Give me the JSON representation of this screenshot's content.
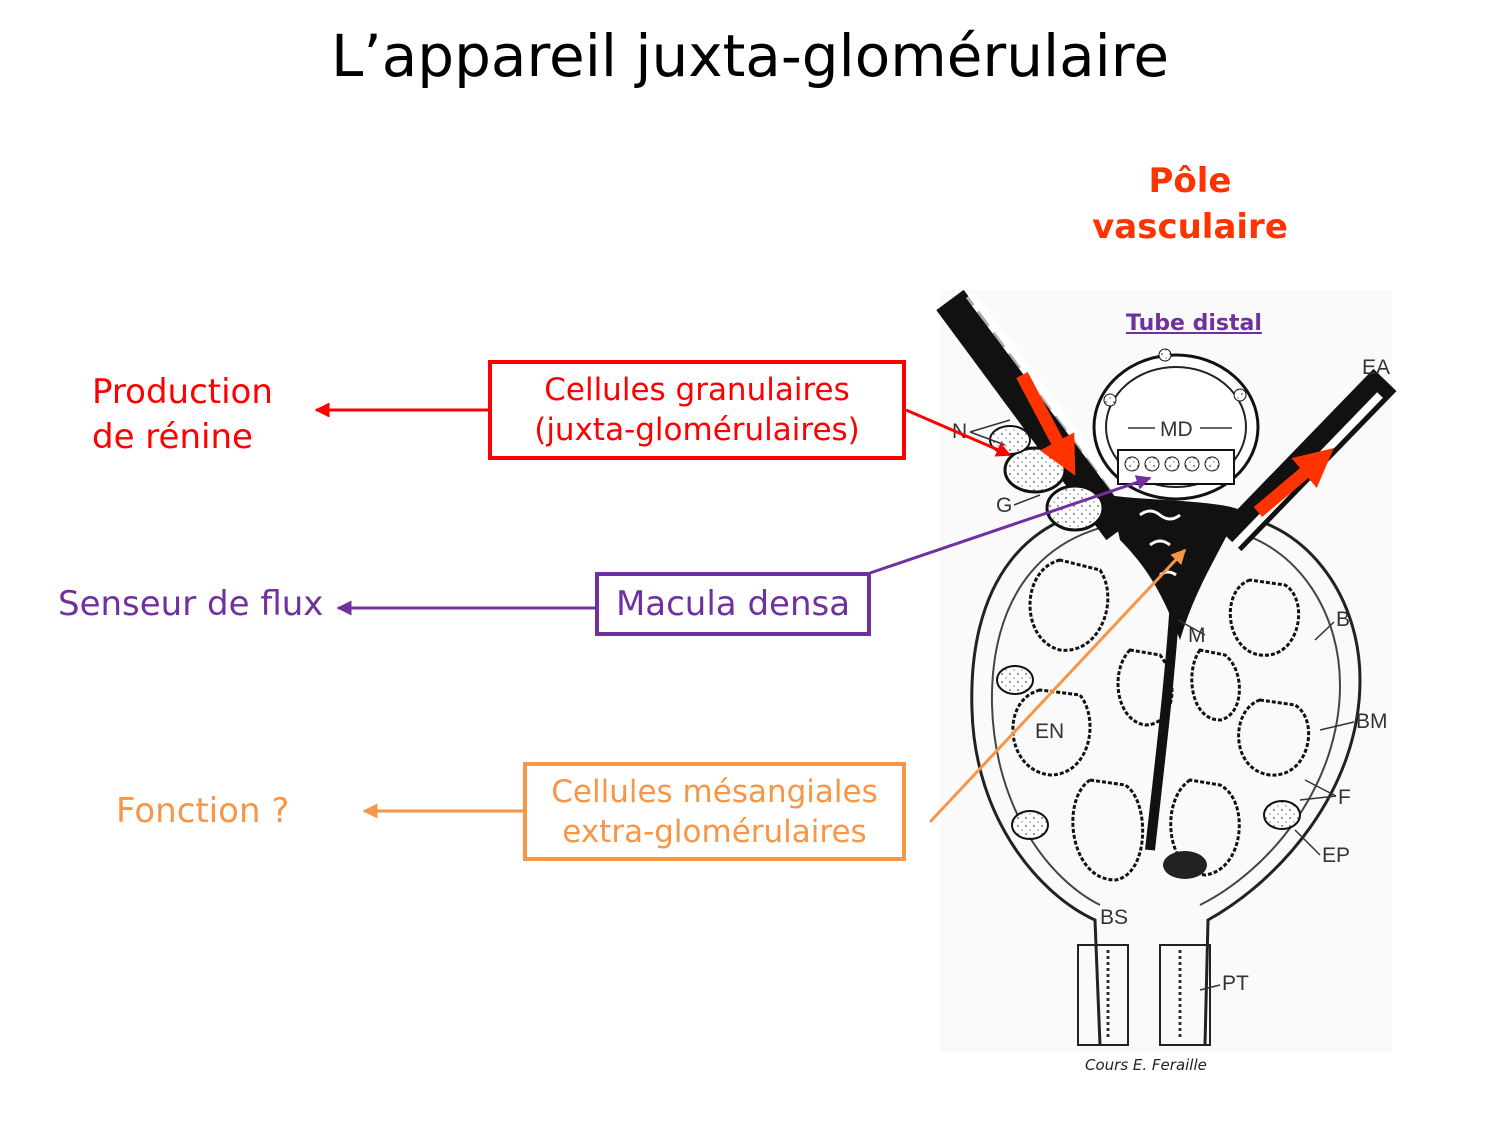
{
  "title": "L’appareil juxta-glomérulaire",
  "pole_vasculaire": [
    "Pôle",
    "vasculaire"
  ],
  "tube_distal": "Tube distal",
  "functions": {
    "renin": [
      "Production",
      "de rénine"
    ],
    "flux": "Senseur de flux",
    "fonction": "Fonction ?"
  },
  "boxes": {
    "granular": [
      "Cellules granulaires",
      "(juxta-glomérulaires)"
    ],
    "macula": "Macula densa",
    "mesangial": [
      "Cellules mésangiales",
      "extra-glomérulaires"
    ]
  },
  "anatomy_labels": {
    "N": "N",
    "G": "G",
    "MD": "MD",
    "EA": "EA",
    "M": "M",
    "B": "B",
    "BM": "BM",
    "EN": "EN",
    "F": "F",
    "EP": "EP",
    "BS": "BS",
    "PT": "PT"
  },
  "credit": "Cours E. Feraille",
  "colors": {
    "red": "#ff0000",
    "violet": "#7030a0",
    "orange": "#f79646",
    "flow_arrow": "#ff3300"
  }
}
